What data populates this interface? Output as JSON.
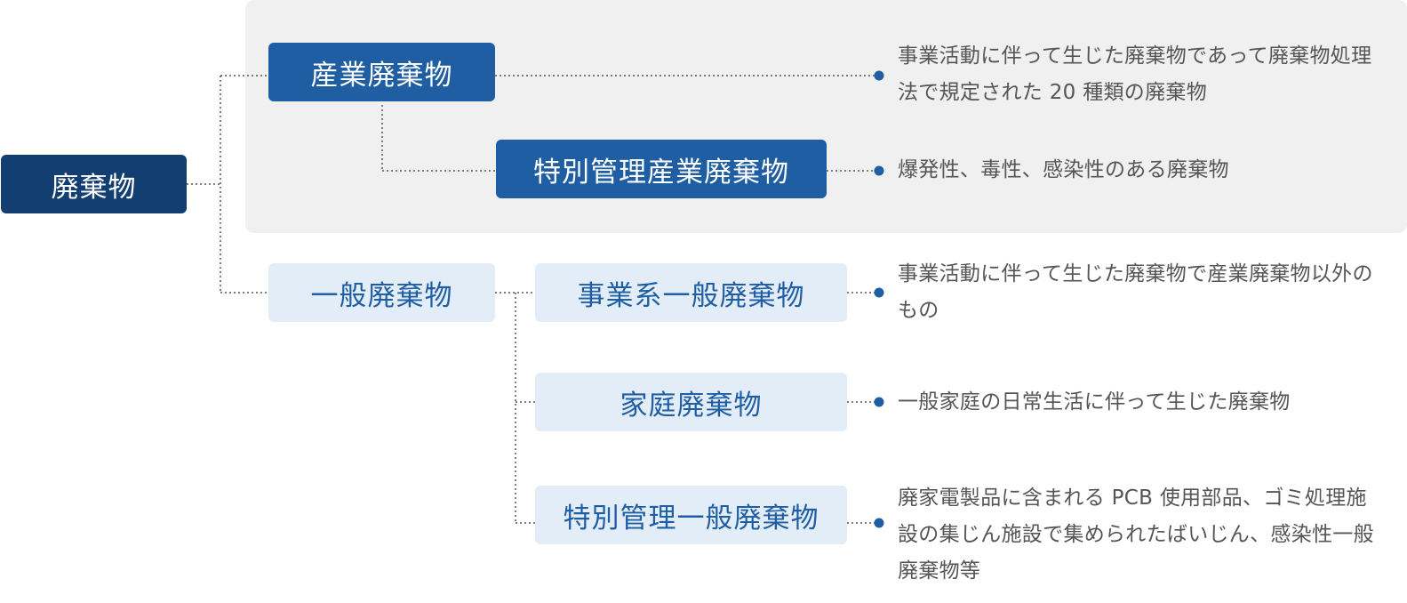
{
  "root": {
    "label": "廃棄物"
  },
  "industrial": {
    "label": "産業廃棄物",
    "description": "事業活動に伴って生じた廃棄物であって廃棄物処理法で規定された 20 種類の廃棄物",
    "special": {
      "label": "特別管理産業廃棄物",
      "description": "爆発性、毒性、感染性のある廃棄物"
    }
  },
  "general": {
    "label": "一般廃棄物",
    "children": [
      {
        "label": "事業系一般廃棄物",
        "description": "事業活動に伴って生じた廃棄物で産業廃棄物以外のもの"
      },
      {
        "label": "家庭廃棄物",
        "description": "一般家庭の日常生活に伴って生じた廃棄物"
      },
      {
        "label": "特別管理一般廃棄物",
        "description": "廃家電製品に含まれる PCB 使用部品、ゴミ処理施設の集じん施設で集められたばいじん、感染性一般廃棄物等"
      }
    ]
  },
  "colors": {
    "root": "#123e72",
    "dark_node": "#1f5ea3",
    "light_node": "#e2edf7",
    "panel": "#f0f0f0",
    "connector": "#555555",
    "bullet": "#1f5ea3"
  }
}
